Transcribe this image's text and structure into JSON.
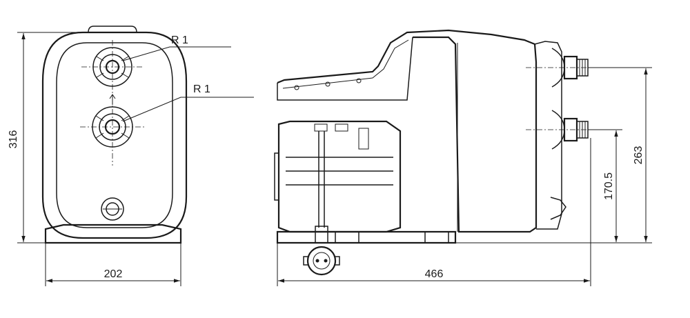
{
  "labels": {
    "thread_upper": "R 1",
    "thread_lower": "R 1"
  },
  "dimensions": {
    "height_total": "316",
    "width_front": "202",
    "length_side": "466",
    "outlet_height": "263",
    "inlet_height": "170.5"
  }
}
